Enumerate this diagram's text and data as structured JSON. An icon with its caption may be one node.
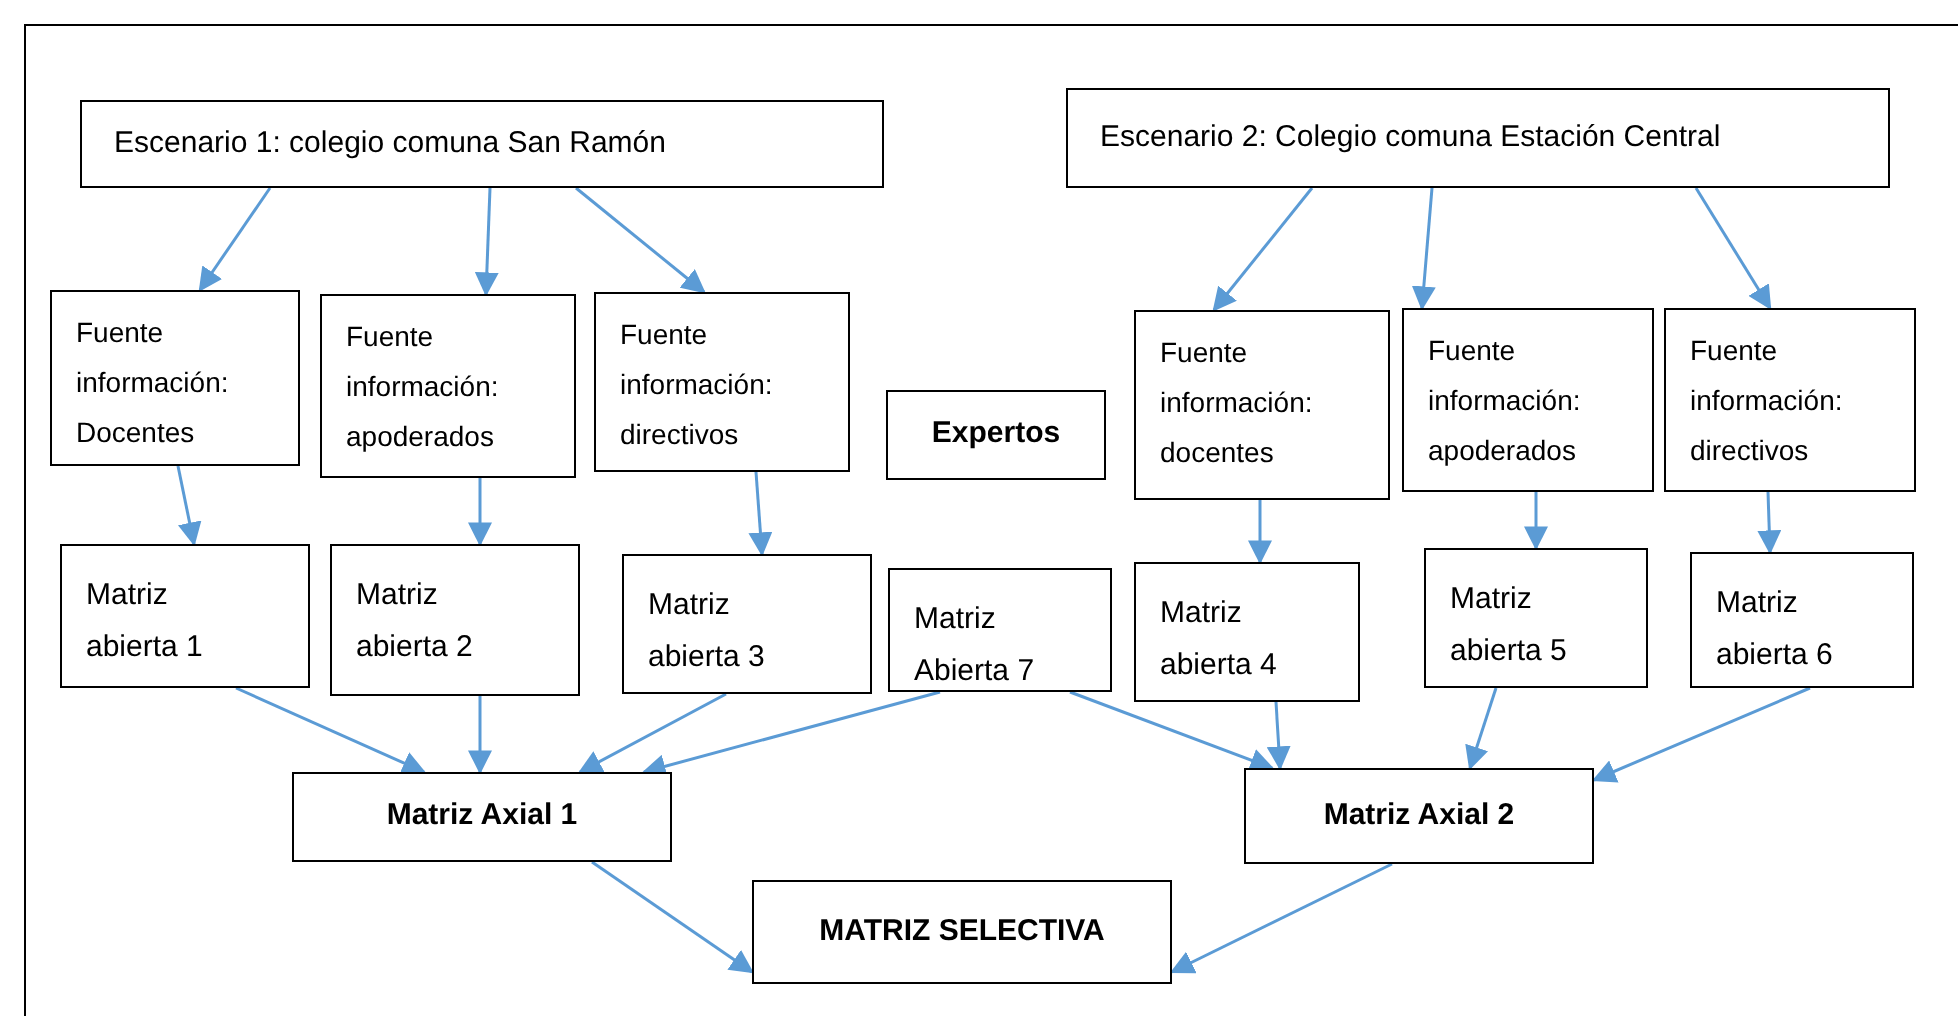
{
  "diagram": {
    "nodes": [
      {
        "text": [
          "Escenario 1: colegio comuna San Ramón"
        ]
      },
      {
        "text": [
          "Escenario 2: Colegio comuna Estación Central"
        ]
      },
      {
        "text": [
          "Fuente información: Docentes"
        ]
      },
      {
        "text": [
          "Fuente información: apoderados"
        ]
      },
      {
        "text": [
          "Fuente información: directivos"
        ]
      },
      {
        "text": [
          "Expertos"
        ]
      },
      {
        "text": [
          "Fuente información: docentes"
        ]
      },
      {
        "text": [
          "Fuente información: apoderados"
        ]
      },
      {
        "text": [
          "Fuente información: directivos"
        ]
      },
      {
        "text": [
          "Matriz abierta 1"
        ]
      },
      {
        "text": [
          "Matriz abierta 2"
        ]
      },
      {
        "text": [
          "Matriz abierta 3"
        ]
      },
      {
        "text": [
          "Matriz Abierta 7"
        ]
      },
      {
        "text": [
          "Matriz abierta 4"
        ]
      },
      {
        "text": [
          "Matriz abierta 5"
        ]
      },
      {
        "text": [
          "Matriz abierta 6"
        ]
      },
      {
        "text": [
          "Matriz Axial 1"
        ]
      },
      {
        "text": [
          "Matriz Axial 2"
        ]
      },
      {
        "text": [
          "MATRIZ SELECTIVA"
        ]
      }
    ],
    "edges": [
      {
        "from": 0,
        "to": 2,
        "arrow": "to"
      },
      {
        "from": 0,
        "to": 3,
        "arrow": "to"
      },
      {
        "from": 0,
        "to": 4,
        "arrow": "to"
      },
      {
        "from": 1,
        "to": 6,
        "arrow": "to"
      },
      {
        "from": 1,
        "to": 7,
        "arrow": "to"
      },
      {
        "from": 1,
        "to": 8,
        "arrow": "to"
      },
      {
        "from": 2,
        "to": 9,
        "arrow": "to"
      },
      {
        "from": 3,
        "to": 10,
        "arrow": "to"
      },
      {
        "from": 4,
        "to": 11,
        "arrow": "to"
      },
      {
        "from": 6,
        "to": 13,
        "arrow": "to"
      },
      {
        "from": 7,
        "to": 14,
        "arrow": "to"
      },
      {
        "from": 8,
        "to": 15,
        "arrow": "to"
      },
      {
        "from": 9,
        "to": 16,
        "arrow": "to"
      },
      {
        "from": 10,
        "to": 16,
        "arrow": "to"
      },
      {
        "from": 11,
        "to": 16,
        "arrow": "to"
      },
      {
        "from": 12,
        "to": 16,
        "arrow": "to"
      },
      {
        "from": 12,
        "to": 17,
        "arrow": "to"
      },
      {
        "from": 13,
        "to": 17,
        "arrow": "to"
      },
      {
        "from": 14,
        "to": 17,
        "arrow": "to"
      },
      {
        "from": 15,
        "to": 17,
        "arrow": "to"
      },
      {
        "from": 16,
        "to": 18,
        "arrow": "to"
      },
      {
        "from": 17,
        "to": 18,
        "arrow": "to"
      }
    ]
  }
}
